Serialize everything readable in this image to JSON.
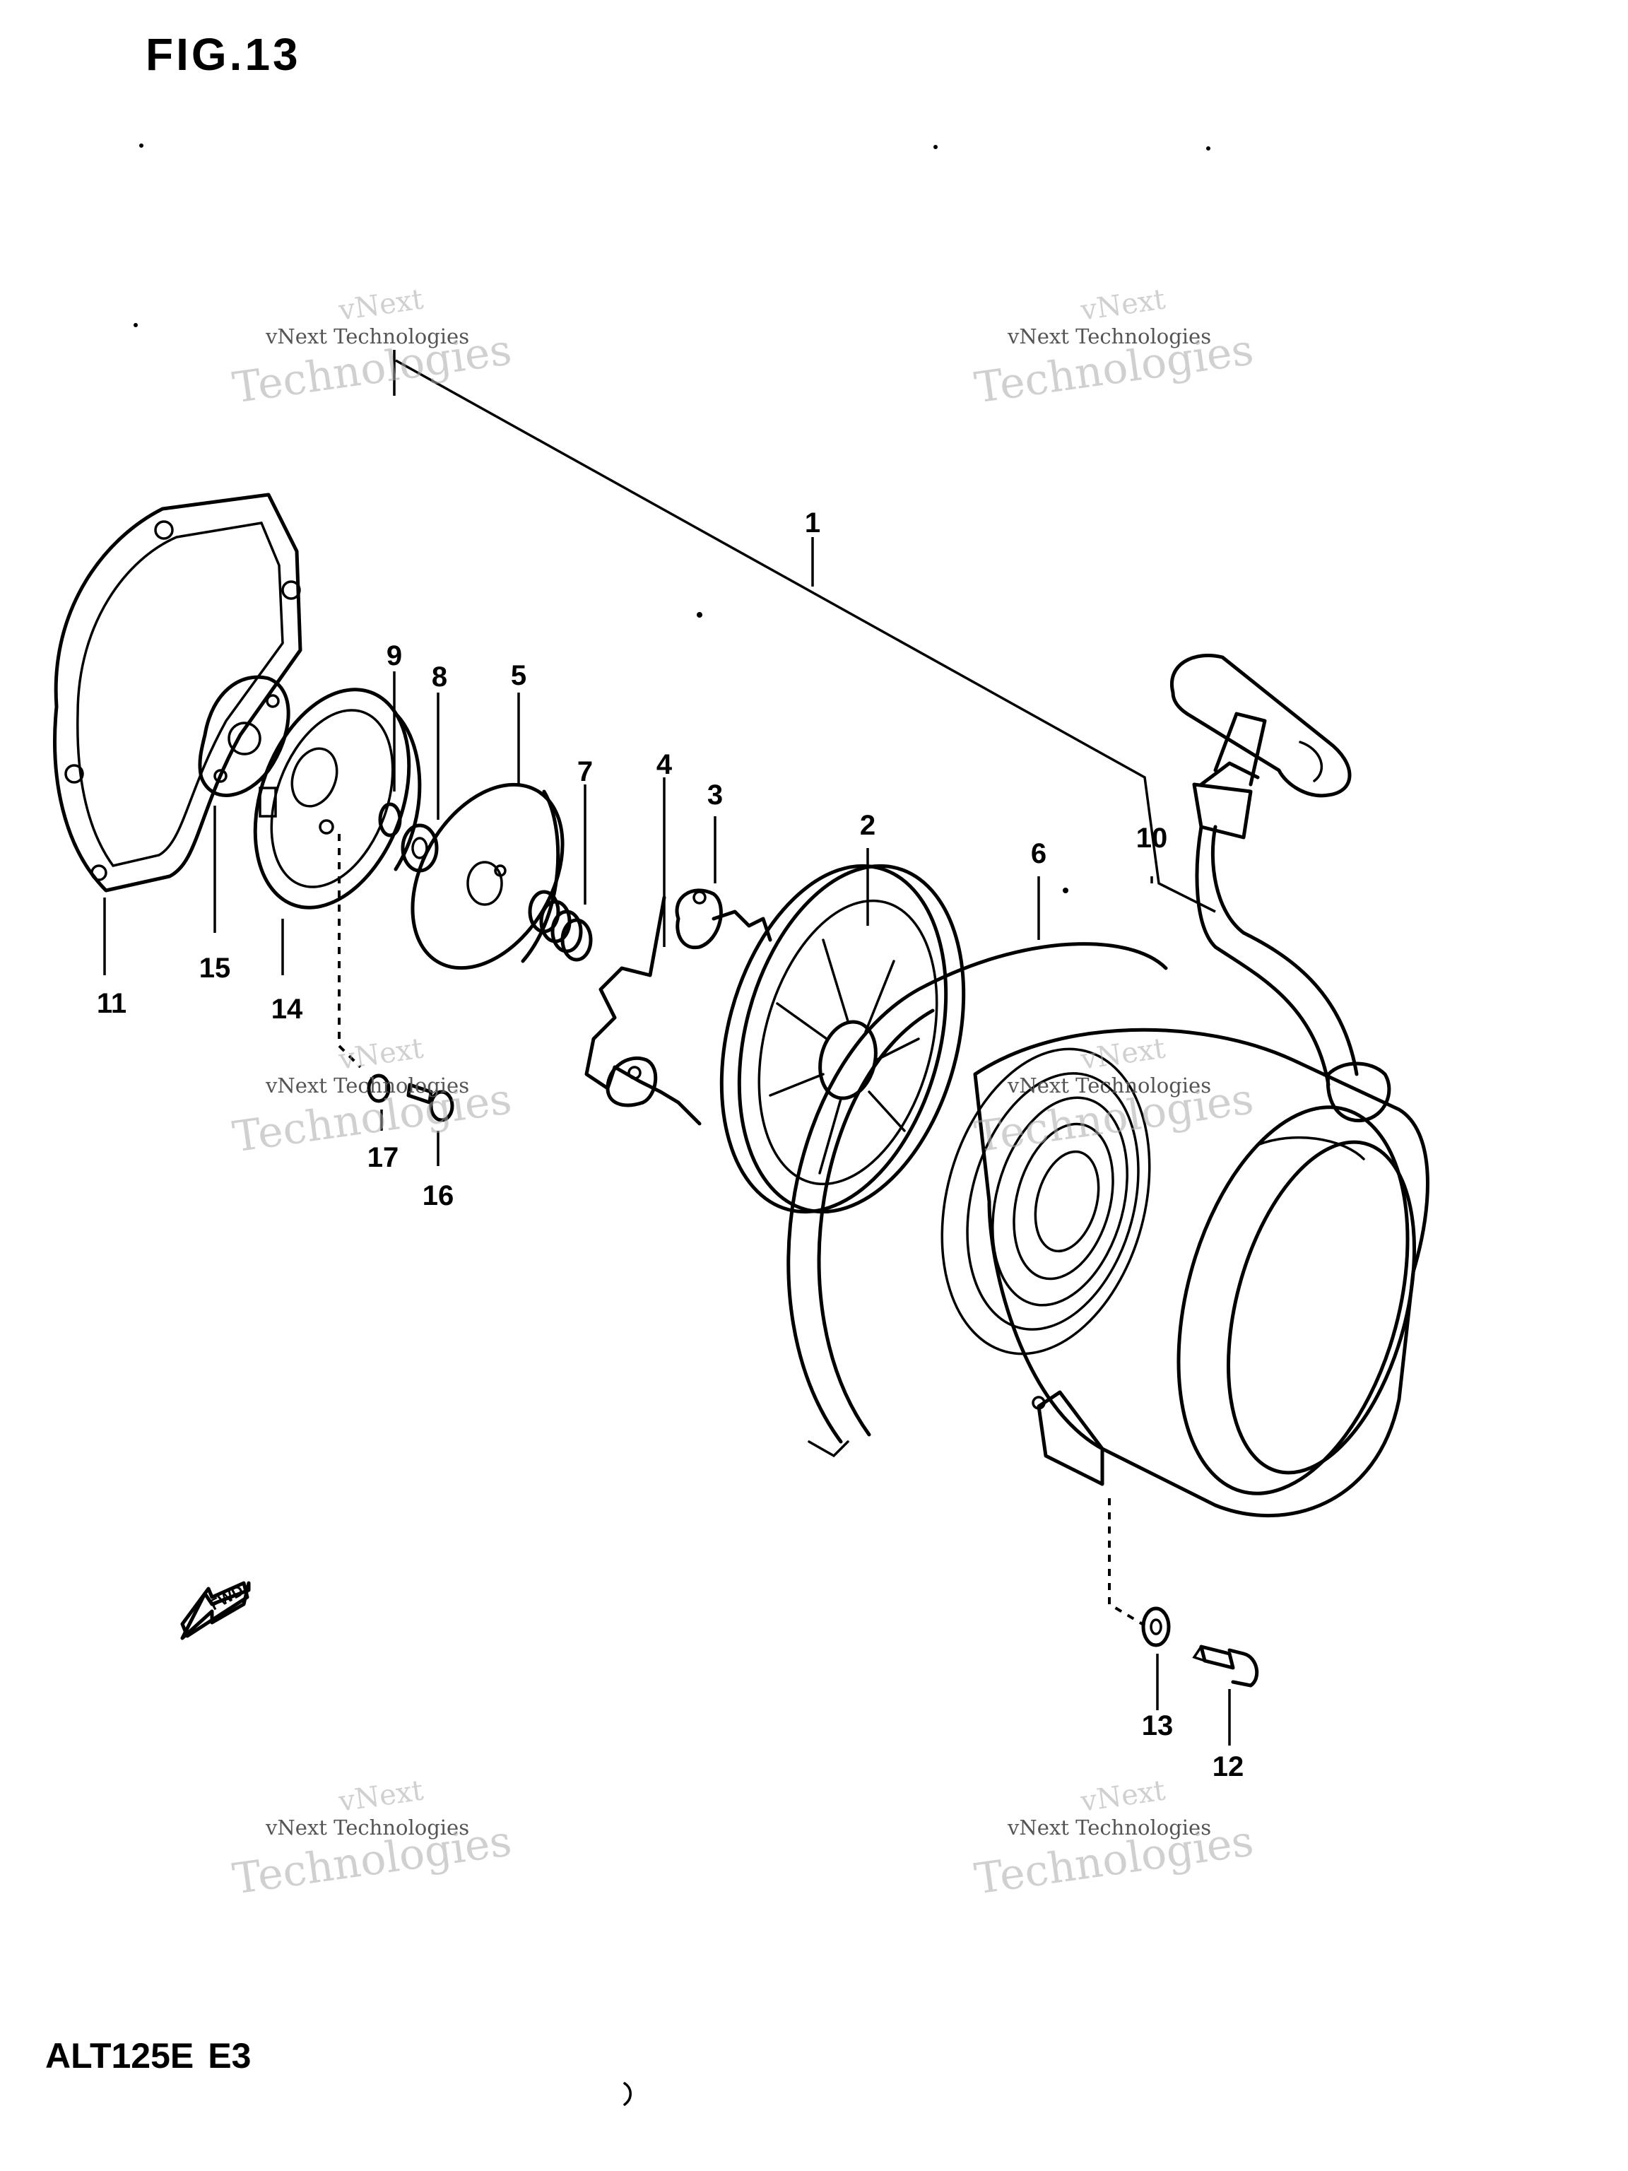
{
  "figure_title": "FIG.13",
  "model_code": [
    "ALT125E",
    "E3"
  ],
  "direction_marker": {
    "label": "FWD",
    "icon": "forward-arrow-icon"
  },
  "callouts": [
    "1",
    "2",
    "3",
    "4",
    "5",
    "6",
    "7",
    "8",
    "9",
    "10",
    "11",
    "12",
    "13",
    "14",
    "15",
    "16",
    "17"
  ],
  "watermarks": [
    {
      "line1": "vNext Technologies",
      "line2": "Technologies",
      "line3": "vNext"
    },
    {
      "line1": "vNext Technologies",
      "line2": "Technologies",
      "line3": "vNext"
    },
    {
      "line1": "vNext Technologies",
      "line2": "Technologies",
      "line3": "vNext"
    },
    {
      "line1": "vNext Technologies",
      "line2": "Technologies",
      "line3": "vNext"
    },
    {
      "line1": "vNext Technologies",
      "line2": "Technologies",
      "line3": "vNext"
    },
    {
      "line1": "vNext Technologies",
      "line2": "Technologies",
      "line3": "vNext"
    }
  ],
  "parts": [
    "gasket-outer",
    "case-plate",
    "ratchet-plate",
    "pulley-drive-plate",
    "spring",
    "washer",
    "pawl-clip",
    "pawl-spring",
    "rope-reel",
    "recoil-spring-housing",
    "starter-case",
    "starter-handle",
    "bolt-lower",
    "washer-lower",
    "bolt-small",
    "washer-small"
  ]
}
